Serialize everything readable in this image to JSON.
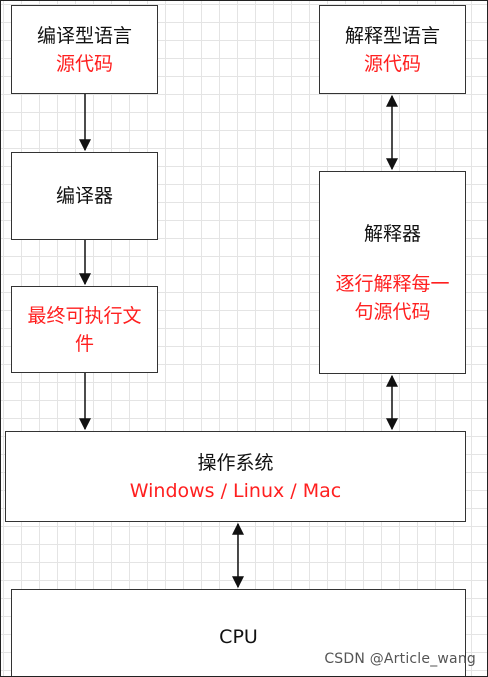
{
  "compiled_source": {
    "title": "编译型语言",
    "subtitle": "源代码"
  },
  "interpreted_source": {
    "title": "解释型语言",
    "subtitle": "源代码"
  },
  "compiler": {
    "title": "编译器"
  },
  "interpreter": {
    "title": "解释器",
    "description_line1": "逐行解释每一",
    "description_line2": "句源代码"
  },
  "executable": {
    "label_line1": "最终可执行文",
    "label_line2": "件"
  },
  "operating_system": {
    "title": "操作系统",
    "platforms": "Windows / Linux / Mac"
  },
  "cpu": {
    "title": "CPU"
  },
  "watermark": "CSDN @Article_wang",
  "colors": {
    "highlight": "#ff1f1f",
    "border": "#333333",
    "grid": "#e4e4e4"
  }
}
